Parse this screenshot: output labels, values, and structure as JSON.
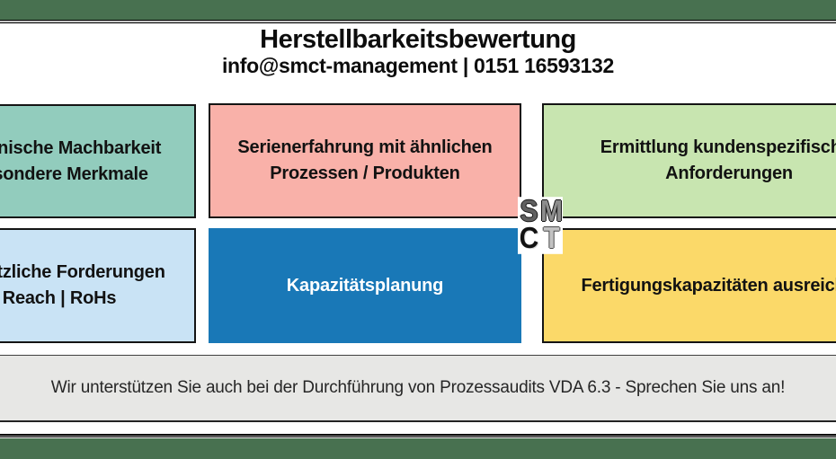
{
  "bars": {
    "top_color": "#487150",
    "bottom_color": "#487150"
  },
  "header": {
    "title": "Herstellbarkeitsbewertung",
    "subtitle": "info@smct-management | 0151 16593132"
  },
  "boxes": [
    {
      "id": "technische-machbarkeit",
      "lines": [
        "Technische Machbarkeit",
        "Besondere Merkmale"
      ],
      "bg": "#92ccbd",
      "text_color": "#121212"
    },
    {
      "id": "serienerfahrung",
      "lines": [
        "Serienerfahrung mit ähnlichen",
        "Prozessen / Produkten"
      ],
      "bg": "#f9b1a9",
      "text_color": "#121212"
    },
    {
      "id": "kundenspezifische-anforderungen",
      "lines": [
        "Ermittlung kundenspezifischer",
        "Anforderungen"
      ],
      "bg": "#c8e5b0",
      "text_color": "#121212"
    },
    {
      "id": "gesetzliche-forderungen",
      "lines": [
        "Gesetzliche Forderungen",
        "Reach | RoHs"
      ],
      "bg": "#c9e3f5",
      "text_color": "#121212"
    },
    {
      "id": "kapazitaetsplanung",
      "lines": [
        "Kapazitätsplanung"
      ],
      "bg": "#1978b7",
      "text_color": "#ffffff"
    },
    {
      "id": "fertigungskapazitaeten",
      "lines": [
        "Fertigungskapazitäten ausreichend"
      ],
      "bg": "#fbd969",
      "text_color": "#121212"
    }
  ],
  "logo": {
    "letters": {
      "s": "S",
      "m": "M",
      "c": "C",
      "t": "T"
    }
  },
  "footer": {
    "note": "Wir unterstützen Sie auch bei der Durchführung von Prozessaudits VDA 6.3 - Sprechen Sie uns an!"
  }
}
